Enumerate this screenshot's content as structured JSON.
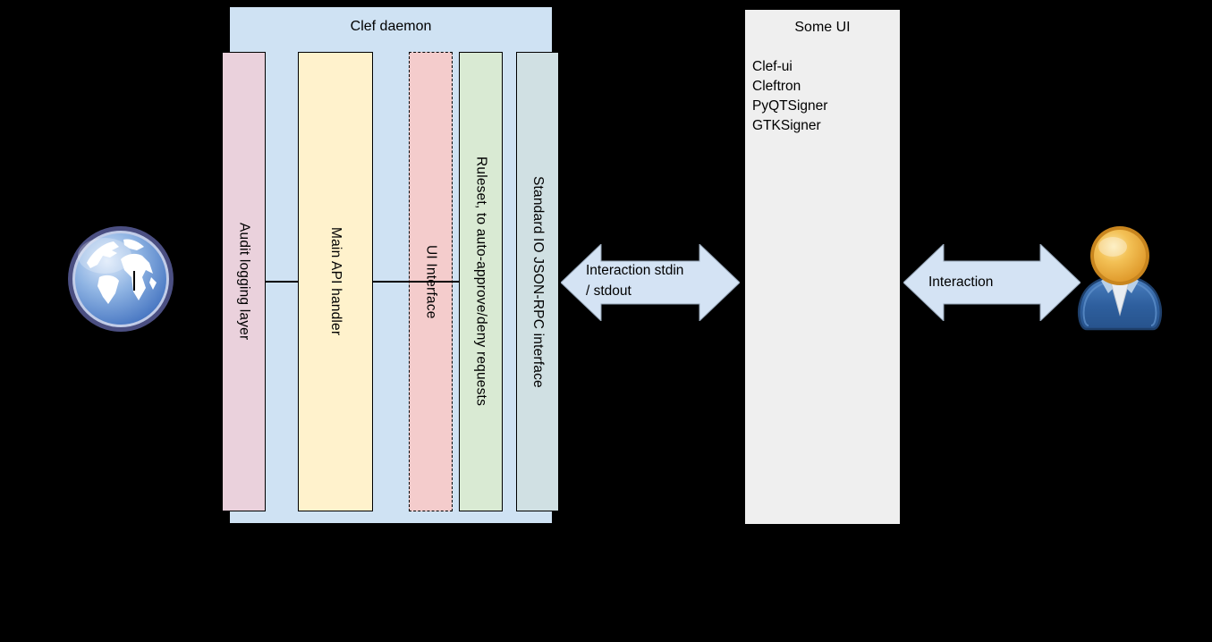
{
  "diagram": {
    "background_color": "#000000",
    "clef_daemon": {
      "title": "Clef daemon",
      "box_color": "#cfe2f3",
      "layers": [
        {
          "label": "Audit logging layer",
          "color": "#ead1dc",
          "border": "solid"
        },
        {
          "label": "Main API handler",
          "color": "#fff2cc",
          "border": "solid"
        },
        {
          "label": "UI Interface",
          "color": "#f4cccc",
          "border": "dashed"
        },
        {
          "label": "Ruleset, to auto-approve/deny requests",
          "color": "#d9ead3",
          "border": "solid"
        },
        {
          "label": "Standard IO JSON-RPC interface",
          "color": "#d0e0e3",
          "border": "solid"
        }
      ]
    },
    "some_ui": {
      "title": "Some UI",
      "box_color": "#efefef",
      "items": [
        "Clef-ui",
        "Cleftron",
        "PyQTSigner",
        "GTKSigner"
      ]
    },
    "arrows": [
      {
        "name": "stdio-arrow",
        "label_line1": "Interaction stdin",
        "label_line2": "/ stdout",
        "fill": "#d4e3f4",
        "direction": "double"
      },
      {
        "name": "user-arrow",
        "label_line1": "Interaction",
        "label_line2": "",
        "fill": "#d4e3f4",
        "direction": "double"
      }
    ],
    "icons": [
      {
        "name": "globe-icon",
        "meaning": "network / external world"
      },
      {
        "name": "user-icon",
        "meaning": "human user"
      }
    ]
  }
}
